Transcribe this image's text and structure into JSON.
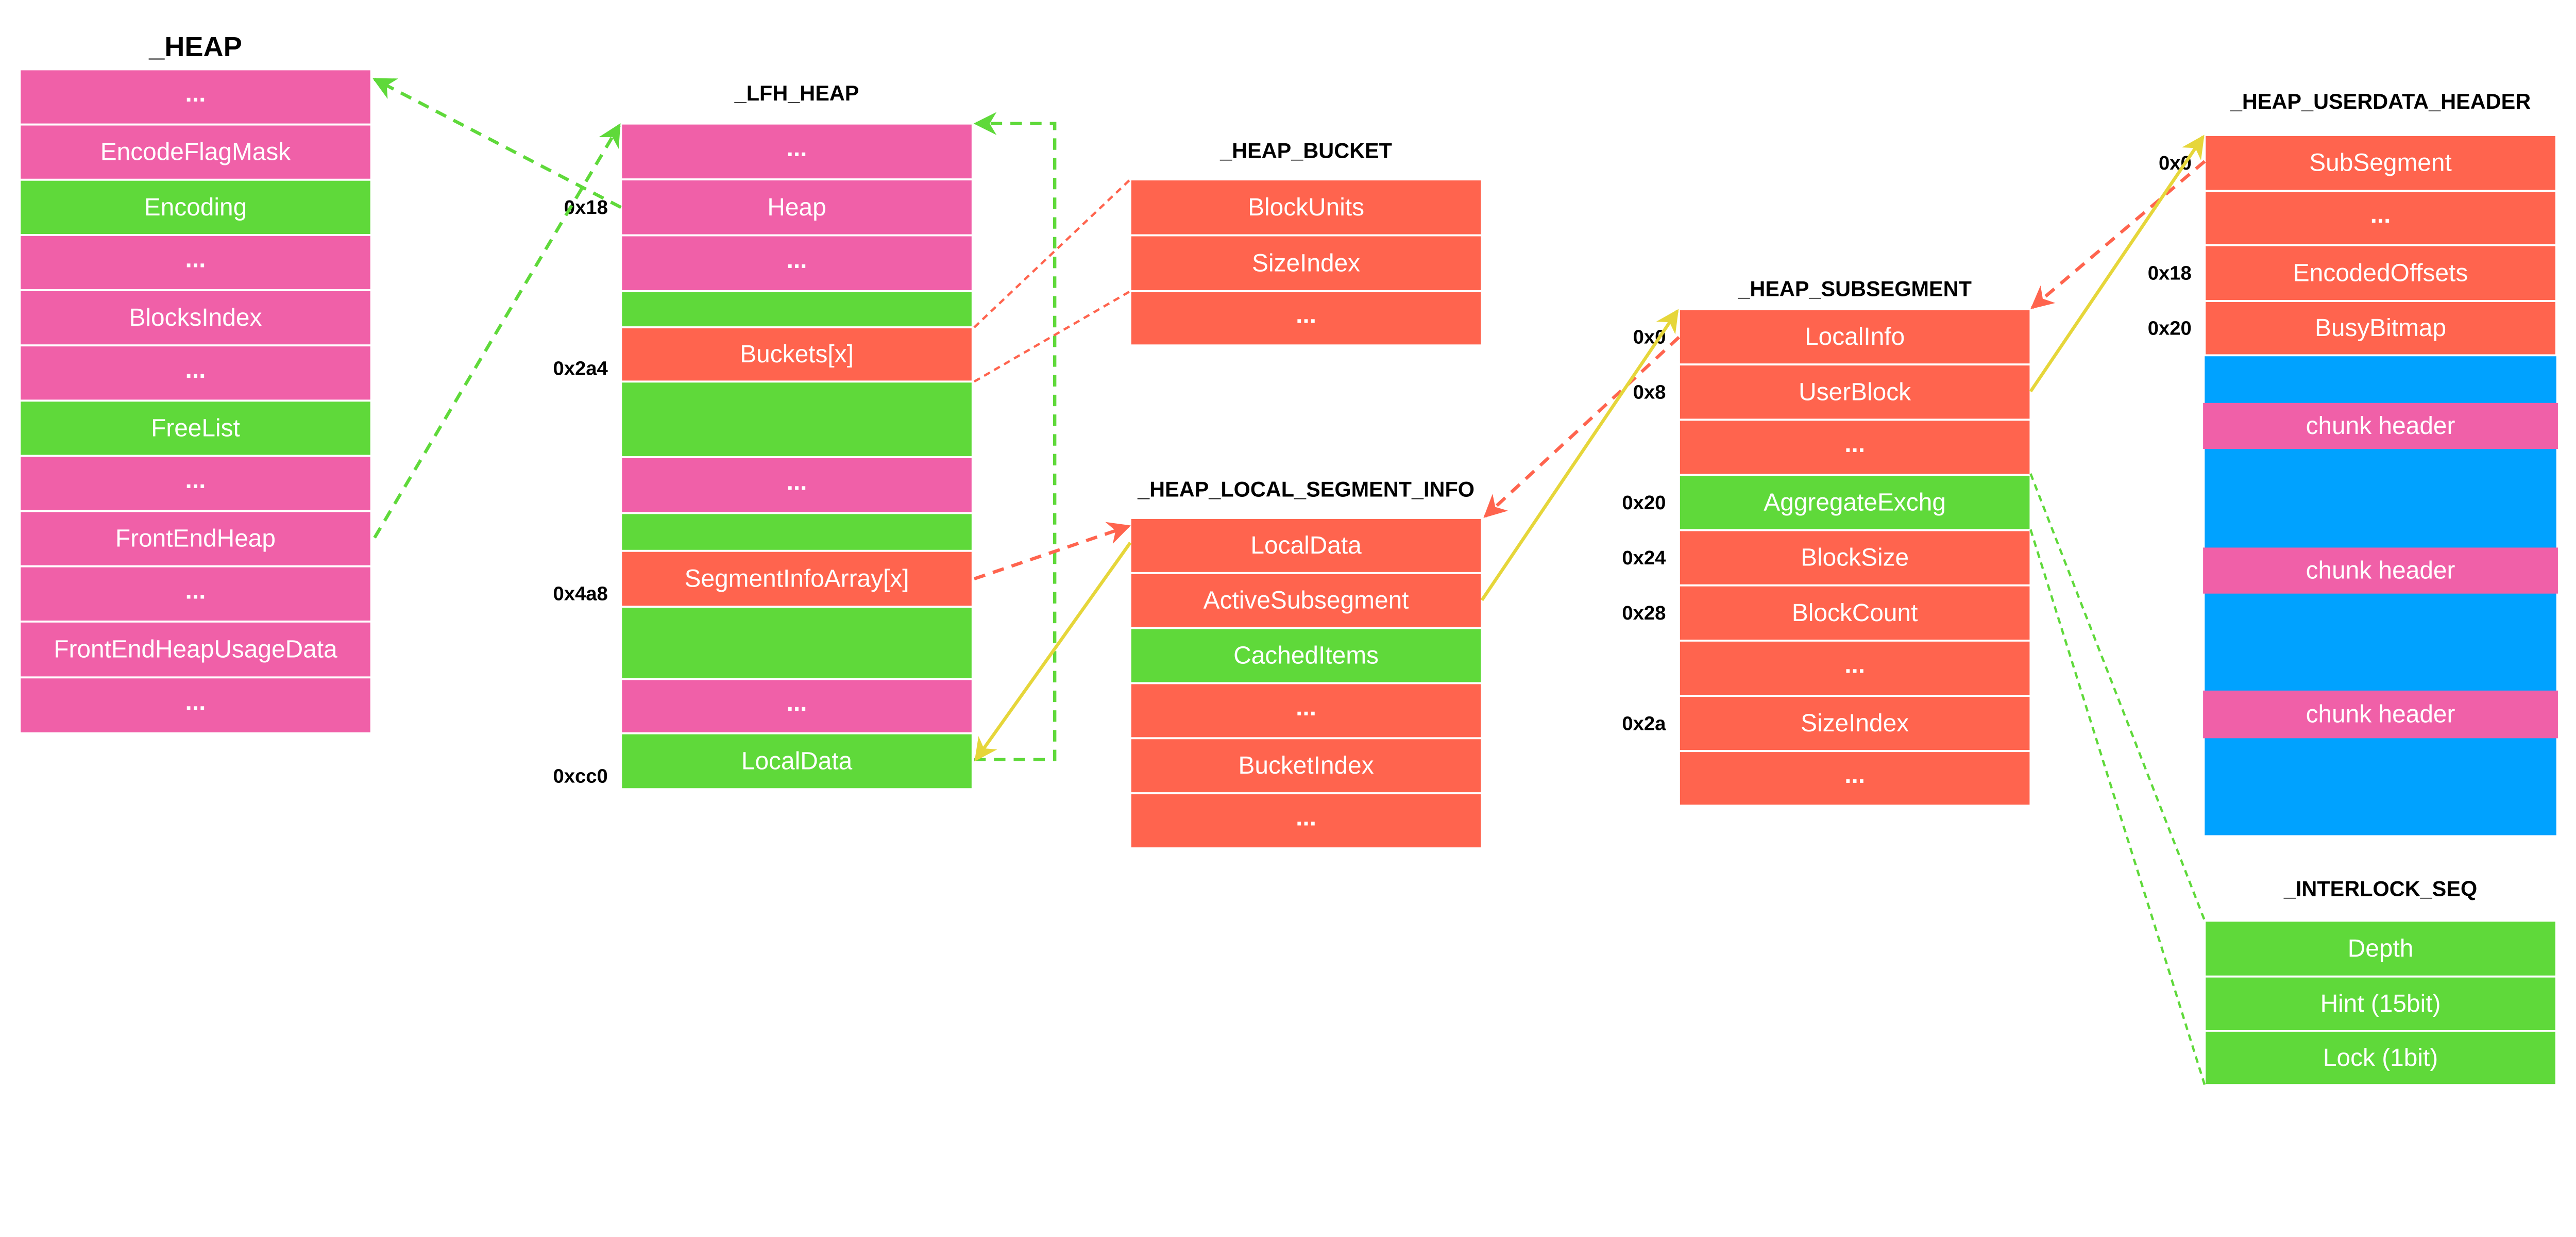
{
  "colors": {
    "pink": "#f060a8",
    "green": "#5fd93a",
    "red": "#ff644e",
    "blue": "#00a2ff",
    "yellow": "#e6d63a",
    "white": "#ffffff"
  },
  "structs": [
    {
      "id": "heap",
      "title": "_HEAP",
      "rows": [
        {
          "label": "...",
          "color": "pink"
        },
        {
          "label": "EncodeFlagMask",
          "color": "pink"
        },
        {
          "label": "Encoding",
          "color": "green"
        },
        {
          "label": "...",
          "color": "pink"
        },
        {
          "label": "BlocksIndex",
          "color": "pink"
        },
        {
          "label": "...",
          "color": "pink"
        },
        {
          "label": "FreeList",
          "color": "green"
        },
        {
          "label": "...",
          "color": "pink"
        },
        {
          "label": "FrontEndHeap",
          "color": "pink"
        },
        {
          "label": "...",
          "color": "pink"
        },
        {
          "label": "FrontEndHeapUsageData",
          "color": "pink"
        },
        {
          "label": "...",
          "color": "pink"
        }
      ]
    },
    {
      "id": "lfh",
      "title": "_LFH_HEAP",
      "rows": [
        {
          "label": "...",
          "color": "pink"
        },
        {
          "label": "Heap",
          "color": "pink",
          "offset": "0x18"
        },
        {
          "label": "...",
          "color": "pink"
        },
        {
          "label": "",
          "color": "green"
        },
        {
          "label": "Buckets[x]",
          "color": "red",
          "offset": "0x2a4"
        },
        {
          "label": "",
          "color": "green"
        },
        {
          "label": "...",
          "color": "pink"
        },
        {
          "label": "",
          "color": "green"
        },
        {
          "label": "SegmentInfoArray[x]",
          "color": "red",
          "offset": "0x4a8"
        },
        {
          "label": "",
          "color": "green"
        },
        {
          "label": "...",
          "color": "pink"
        },
        {
          "label": "LocalData",
          "color": "green",
          "offset": "0xcc0"
        }
      ]
    },
    {
      "id": "bucket",
      "title": "_HEAP_BUCKET",
      "rows": [
        {
          "label": "BlockUnits",
          "color": "red"
        },
        {
          "label": "SizeIndex",
          "color": "red"
        },
        {
          "label": "...",
          "color": "red"
        }
      ]
    },
    {
      "id": "lsi",
      "title": "_HEAP_LOCAL_SEGMENT_INFO",
      "rows": [
        {
          "label": "LocalData",
          "color": "red"
        },
        {
          "label": "ActiveSubsegment",
          "color": "red"
        },
        {
          "label": "CachedItems",
          "color": "green"
        },
        {
          "label": "...",
          "color": "red"
        },
        {
          "label": "BucketIndex",
          "color": "red"
        },
        {
          "label": "...",
          "color": "red"
        }
      ]
    },
    {
      "id": "subseg",
      "title": "_HEAP_SUBSEGMENT",
      "rows": [
        {
          "label": "LocalInfo",
          "color": "red",
          "offset": "0x0"
        },
        {
          "label": "UserBlock",
          "color": "red",
          "offset": "0x8"
        },
        {
          "label": "...",
          "color": "red"
        },
        {
          "label": "AggregateExchg",
          "color": "green",
          "offset": "0x20"
        },
        {
          "label": "BlockSize",
          "color": "red",
          "offset": "0x24"
        },
        {
          "label": "BlockCount",
          "color": "red",
          "offset": "0x28"
        },
        {
          "label": "...",
          "color": "red"
        },
        {
          "label": "SizeIndex",
          "color": "red",
          "offset": "0x2a"
        },
        {
          "label": "...",
          "color": "red"
        }
      ]
    },
    {
      "id": "userdata",
      "title": "_HEAP_USERDATA_HEADER",
      "rows": [
        {
          "label": "SubSegment",
          "color": "red",
          "offset": "0x0"
        },
        {
          "label": "...",
          "color": "red"
        },
        {
          "label": "EncodedOffsets",
          "color": "red",
          "offset": "0x18"
        },
        {
          "label": "BusyBitmap",
          "color": "red",
          "offset": "0x20"
        }
      ],
      "user_block": {
        "color": "blue",
        "chunks": [
          "chunk header",
          "chunk header",
          "chunk header"
        ]
      }
    },
    {
      "id": "interlock",
      "title": "_INTERLOCK_SEQ",
      "rows": [
        {
          "label": "Depth",
          "color": "green"
        },
        {
          "label": "Hint (15bit)",
          "color": "green"
        },
        {
          "label": "Lock (1bit)",
          "color": "green"
        }
      ]
    }
  ],
  "links": [
    {
      "from": "_LFH_HEAP.Heap",
      "to": "_HEAP",
      "style": "green-dashed"
    },
    {
      "from": "_HEAP.FrontEndHeap",
      "to": "_LFH_HEAP",
      "style": "green-dashed"
    },
    {
      "from": "_LFH_HEAP.LocalData",
      "to": "_LFH_HEAP",
      "style": "green-dashed"
    },
    {
      "from": "_LFH_HEAP.Buckets[x]",
      "to": "_HEAP_BUCKET",
      "style": "red-dashed"
    },
    {
      "from": "_LFH_HEAP.SegmentInfoArray[x]",
      "to": "_HEAP_LOCAL_SEGMENT_INFO",
      "style": "red-dashed"
    },
    {
      "from": "_HEAP_LOCAL_SEGMENT_INFO.LocalData",
      "to": "_LFH_HEAP.LocalData",
      "style": "yellow-solid"
    },
    {
      "from": "_HEAP_SUBSEGMENT.LocalInfo",
      "to": "_HEAP_LOCAL_SEGMENT_INFO",
      "style": "red-dashed"
    },
    {
      "from": "_HEAP_LOCAL_SEGMENT_INFO.ActiveSubsegment",
      "to": "_HEAP_SUBSEGMENT",
      "style": "yellow-solid"
    },
    {
      "from": "_HEAP_USERDATA_HEADER.SubSegment",
      "to": "_HEAP_SUBSEGMENT",
      "style": "red-dashed"
    },
    {
      "from": "_HEAP_SUBSEGMENT.UserBlock",
      "to": "_HEAP_USERDATA_HEADER",
      "style": "yellow-solid"
    },
    {
      "from": "_HEAP_SUBSEGMENT.AggregateExchg",
      "to": "_INTERLOCK_SEQ",
      "style": "green-dotted"
    }
  ]
}
